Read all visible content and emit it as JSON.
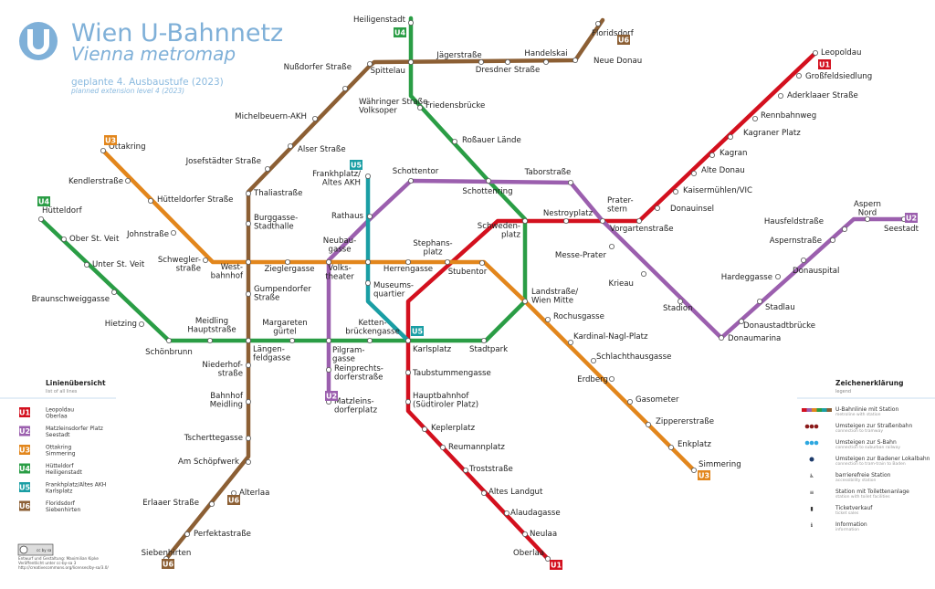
{
  "title": {
    "main": "Wien U-Bahnnetz",
    "sub": "Vienna metromap",
    "plan": "geplante 4. Ausbaustufe (2023)",
    "plan_en": "planned extension level 4 (2023)"
  },
  "lines": [
    {
      "id": "U1",
      "color": "#d3101e",
      "from": "Leopoldau",
      "to": "Oberlaa"
    },
    {
      "id": "U2",
      "color": "#9b5fae",
      "from": "Matzleinsdorfer Platz",
      "to": "Seestadt"
    },
    {
      "id": "U3",
      "color": "#e2861c",
      "from": "Ottakring",
      "to": "Simmering"
    },
    {
      "id": "U4",
      "color": "#2a9d45",
      "from": "Hütteldorf",
      "to": "Heiligenstadt"
    },
    {
      "id": "U5",
      "color": "#1a9ea4",
      "from": "Frankhplatz/Altes AKH",
      "to": "Karlsplatz"
    },
    {
      "id": "U6",
      "color": "#8c5f34",
      "from": "Floridsdorf",
      "to": "Siebenhirten"
    }
  ],
  "stations": [
    [
      "Heiligenstadt"
    ],
    [
      "Spittelau"
    ],
    [
      "Friedensbrücke"
    ],
    [
      "Roßauer Lände"
    ],
    [
      "Schottenring"
    ],
    [
      "Schweden-",
      "platz"
    ],
    [
      "Landstraße/",
      "Wien Mitte"
    ],
    [
      "Stadtpark"
    ],
    [
      "Karlsplatz"
    ],
    [
      "Ketten-",
      "brückengasse"
    ],
    [
      "Pilgram-",
      "gasse"
    ],
    [
      "Margareten",
      "gürtel"
    ],
    [
      "Längen-",
      "feldgasse"
    ],
    [
      "Meidling",
      "Hauptstraße"
    ],
    [
      "Schönbrunn"
    ],
    [
      "Hietzing"
    ],
    [
      "Braunschweiggasse"
    ],
    [
      "Unter St. Veit"
    ],
    [
      "Ober St. Veit"
    ],
    [
      "Hütteldorf"
    ],
    [
      "Floridsdorf"
    ],
    [
      "Neue Donau"
    ],
    [
      "Handelskai"
    ],
    [
      "Dresdner Straße"
    ],
    [
      "Jägerstraße"
    ],
    [
      "Nußdorfer Straße"
    ],
    [
      "Währinger Straße",
      "Volksoper"
    ],
    [
      "Michelbeuern-AKH"
    ],
    [
      "Alser Straße"
    ],
    [
      "Josefstädter Straße"
    ],
    [
      "Thaliastraße"
    ],
    [
      "Burggasse-",
      "Stadthalle"
    ],
    [
      "West-",
      "bahnhof"
    ],
    [
      "Gumpendorfer",
      "Straße"
    ],
    [
      "Niederhof-",
      "straße"
    ],
    [
      "Bahnhof",
      "Meidling"
    ],
    [
      "Tscherttegasse"
    ],
    [
      "Am Schöpfwerk"
    ],
    [
      "Alterlaa"
    ],
    [
      "Erlaaer Straße"
    ],
    [
      "Perfektastraße"
    ],
    [
      "Siebenhirten"
    ],
    [
      "Leopoldau"
    ],
    [
      "Großfeldsiedlung"
    ],
    [
      "Aderklaaer Straße"
    ],
    [
      "Rennbahnweg"
    ],
    [
      "Kagraner Platz"
    ],
    [
      "Kagran"
    ],
    [
      "Alte Donau"
    ],
    [
      "Kaisermühlen/VIC"
    ],
    [
      "Donauinsel"
    ],
    [
      "Vorgartenstraße"
    ],
    [
      "Prater-",
      "stern"
    ],
    [
      "Nestroyplatz"
    ],
    [
      "Stephans-",
      "platz"
    ],
    [
      "Taubstummengasse"
    ],
    [
      "Hauptbahnhof",
      "(Südtiroler Platz)"
    ],
    [
      "Keplerplatz"
    ],
    [
      "Reumannplatz"
    ],
    [
      "Troststraße"
    ],
    [
      "Altes Landgut"
    ],
    [
      "Alaudagasse"
    ],
    [
      "Neulaa"
    ],
    [
      "Oberlaa"
    ],
    [
      "Seestadt"
    ],
    [
      "Aspern",
      "Nord"
    ],
    [
      "Hausfeldstraße"
    ],
    [
      "Aspernstraße"
    ],
    [
      "Donauspital"
    ],
    [
      "Hardeggasse"
    ],
    [
      "Stadlau"
    ],
    [
      "Donaustadtbrücke"
    ],
    [
      "Donaumarina"
    ],
    [
      "Stadion"
    ],
    [
      "Krieau"
    ],
    [
      "Messe-Prater"
    ],
    [
      "Taborstraße"
    ],
    [
      "Schottentor"
    ],
    [
      "Rathaus"
    ],
    [
      "Neubau-",
      "gasse"
    ],
    [
      "Reinprechts-",
      "dorferstraße"
    ],
    [
      "Matzleins-",
      "dorferplatz"
    ],
    [
      "Frankhplatz/",
      "Altes AKH"
    ],
    [
      "Volks-",
      "theater"
    ],
    [
      "Museums-",
      "quartier"
    ],
    [
      "Ottakring"
    ],
    [
      "Kendlerstraße"
    ],
    [
      "Hütteldorfer Straße"
    ],
    [
      "Johnstraße"
    ],
    [
      "Schwegler-",
      "straße"
    ],
    [
      "Zieglergasse"
    ],
    [
      "Herrengasse"
    ],
    [
      "Stubentor"
    ],
    [
      "Rochusgasse"
    ],
    [
      "Kardinal-Nagl-Platz"
    ],
    [
      "Schlachthausgasse"
    ],
    [
      "Erdberg"
    ],
    [
      "Gasometer"
    ],
    [
      "Zippererstraße"
    ],
    [
      "Enkplatz"
    ],
    [
      "Simmering"
    ]
  ],
  "legend_lines": {
    "title": "Linienübersicht",
    "subtitle": "list of all lines"
  },
  "legend_symbols": {
    "title": "Zeichenerklärung",
    "subtitle": "legend",
    "items": [
      {
        "label": "U-Bahnlinie mit Station",
        "sub": "metroline with station",
        "icon": "metroline-icon"
      },
      {
        "label": "Umsteigen zur Straßenbahn",
        "sub": "connection to tramway",
        "icon": "tram-icon"
      },
      {
        "label": "Umsteigen zur S-Bahn",
        "sub": "connection to suburban railway",
        "icon": "sbahn-icon"
      },
      {
        "label": "Umsteigen zur Badener Lokalbahn",
        "sub": "connection to tram-train to Baden",
        "icon": "lokalbahn-icon"
      },
      {
        "label": "barrierefreie Station",
        "sub": "accessibility station",
        "icon": "wheelchair-icon"
      },
      {
        "label": "Station mit Toilettenanlage",
        "sub": "station with toilet facilities",
        "icon": "toilet-icon"
      },
      {
        "label": "Ticketverkauf",
        "sub": "ticket sales",
        "icon": "ticket-icon"
      },
      {
        "label": "Information",
        "sub": "information",
        "icon": "info-icon"
      }
    ]
  },
  "credits": {
    "line1": "Entwurf und Gestaltung: Maximilian Kipke",
    "line2": "Veröffentlicht unter cc-by-sa 3",
    "line3": "http://creativecommons.org/licenses/by-sa/3.0/",
    "badge": "cc by sa"
  }
}
